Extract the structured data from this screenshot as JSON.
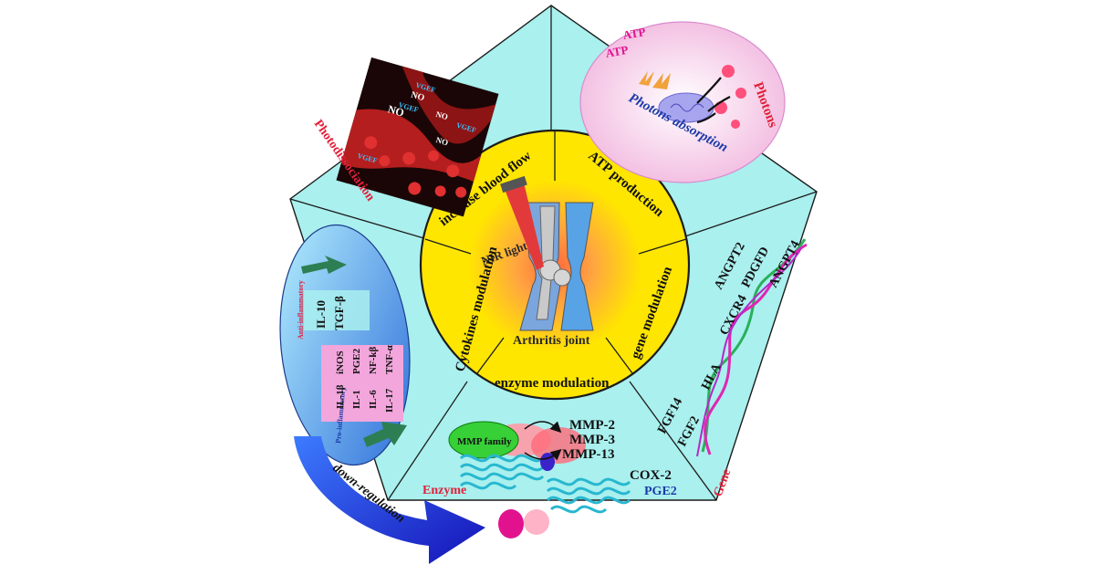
{
  "center": {
    "light_label": "NIR light",
    "joint_label": "Arthritis joint"
  },
  "ring": {
    "blood_flow": "increase blood flow",
    "atp": "ATP production",
    "gene": "gene modulation",
    "enzyme": "enzyme modulation",
    "cytokines": "Cytokines modulation"
  },
  "photodissociation": {
    "title": "Photodissociation",
    "no": [
      "NO",
      "NO",
      "NO",
      "NO"
    ],
    "vgef": [
      "VGEF",
      "VGEF",
      "VGEF",
      "VGEF"
    ]
  },
  "atp_panel": {
    "atp": [
      "ATP",
      "ATP"
    ],
    "photons": "Photons",
    "absorption": "Photons absorption"
  },
  "gene_panel": {
    "title": "Gene",
    "genes": [
      "ANGPT2",
      "PDGFD",
      "ANGPT4",
      "CXCR4",
      "HLA",
      "FGF14",
      "FGF2"
    ]
  },
  "enzyme_panel": {
    "title": "Enzyme",
    "family": "MMP family",
    "mmps": [
      "MMP-2",
      "MMP-3",
      "MMP-13"
    ],
    "cox": "COX-2",
    "pge": "PGE2"
  },
  "cytokine_panel": {
    "anti_label": "Anti-inflammatory",
    "anti": [
      "IL-10",
      "TGF-β"
    ],
    "pro_label": "Pro-inflammatory",
    "pro": [
      "IL-1β",
      "iNOS",
      "IL-1",
      "PGE2",
      "IL-6",
      "NF-kβ",
      "IL-17",
      "TNF-α"
    ]
  },
  "arrow_label": "down-regulation",
  "colors": {
    "pentagon": "#a9f0ee",
    "ring": "#ffe600",
    "red_label": "#e0213a",
    "pink": "#e2128f",
    "blue_label": "#1d3aa8"
  }
}
